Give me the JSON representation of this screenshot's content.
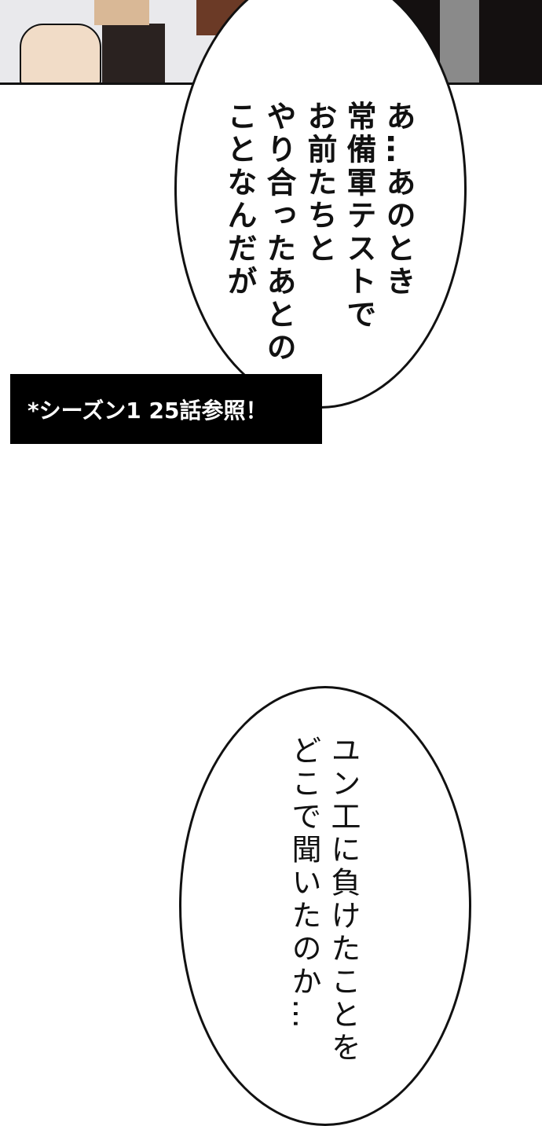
{
  "bubble_1": {
    "lines": [
      "あ…あのとき",
      "常備軍テストで",
      "お前たちと",
      "やり合ったあとの",
      "ことなんだが"
    ]
  },
  "caption": {
    "text": "*シーズン1 25話参照！"
  },
  "bubble_2": {
    "lines": [
      "ユン工に負けたことを",
      "どこで聞いたのか…"
    ]
  },
  "colors": {
    "ink": "#111111",
    "brick": "#6b3a26",
    "skin": "#f1dcc7"
  }
}
